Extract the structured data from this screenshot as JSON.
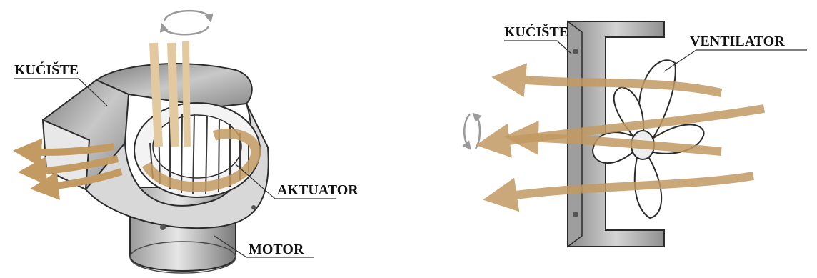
{
  "diagram": {
    "left": {
      "label_housing": "KUĆIŠTE",
      "label_actuator": "AKTUATOR",
      "label_motor": "MOTOR"
    },
    "right": {
      "label_housing": "KUĆIŠTE",
      "label_fan": "VENTILATOR"
    }
  },
  "colors": {
    "background": "#ffffff",
    "airflow": "#c9a06a",
    "airflow_light": "#e2c9a0",
    "metal_dark": "#6f6f6f",
    "metal_mid": "#a6a6a6",
    "metal_light": "#d9d9d9",
    "outline": "#2b2b2b",
    "text": "#111111"
  }
}
